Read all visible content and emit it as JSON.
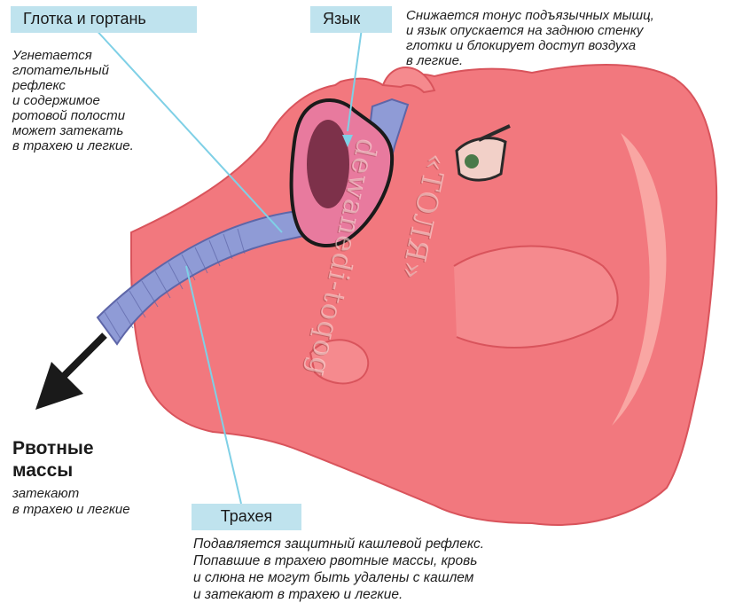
{
  "labels": {
    "pharynx": "Глотка и гортань",
    "tongue": "Язык",
    "trachea": "Трахея"
  },
  "notes": {
    "left": "Угнетается\nглотательный\nрефлекс\nи содержимое\nротовой полости\nможет затекать\nв трахею и легкие.",
    "top_right": "Снижается тонус подъязычных мышц,\nи язык опускается на заднюю стенку\nглотки и  блокирует доступ воздуха\nв легкие.",
    "bottom": "Подавляется защитный кашлевой рефлекс.\nПопавшие в трахею  рвотные массы, кровь\nи слюна не могут быть удалены с кашлем\nи затекают в трахею и легкие."
  },
  "vomit": {
    "title": "Рвотные\nмассы",
    "subtitle": "затекают\nв трахею и легкие"
  },
  "watermark": {
    "line1": "«ТОЛЯ»",
    "line2": "dewanedi-toqog"
  },
  "colors": {
    "skin": "#f2787e",
    "skin_dark": "#d9545c",
    "skin_light": "#fbb6b0",
    "airway": "#8f9bd6",
    "airway_dark": "#5e66a8",
    "label_bg": "#bfe3ee",
    "pointer": "#7fd0e6",
    "tongue": "#e05a8a"
  }
}
